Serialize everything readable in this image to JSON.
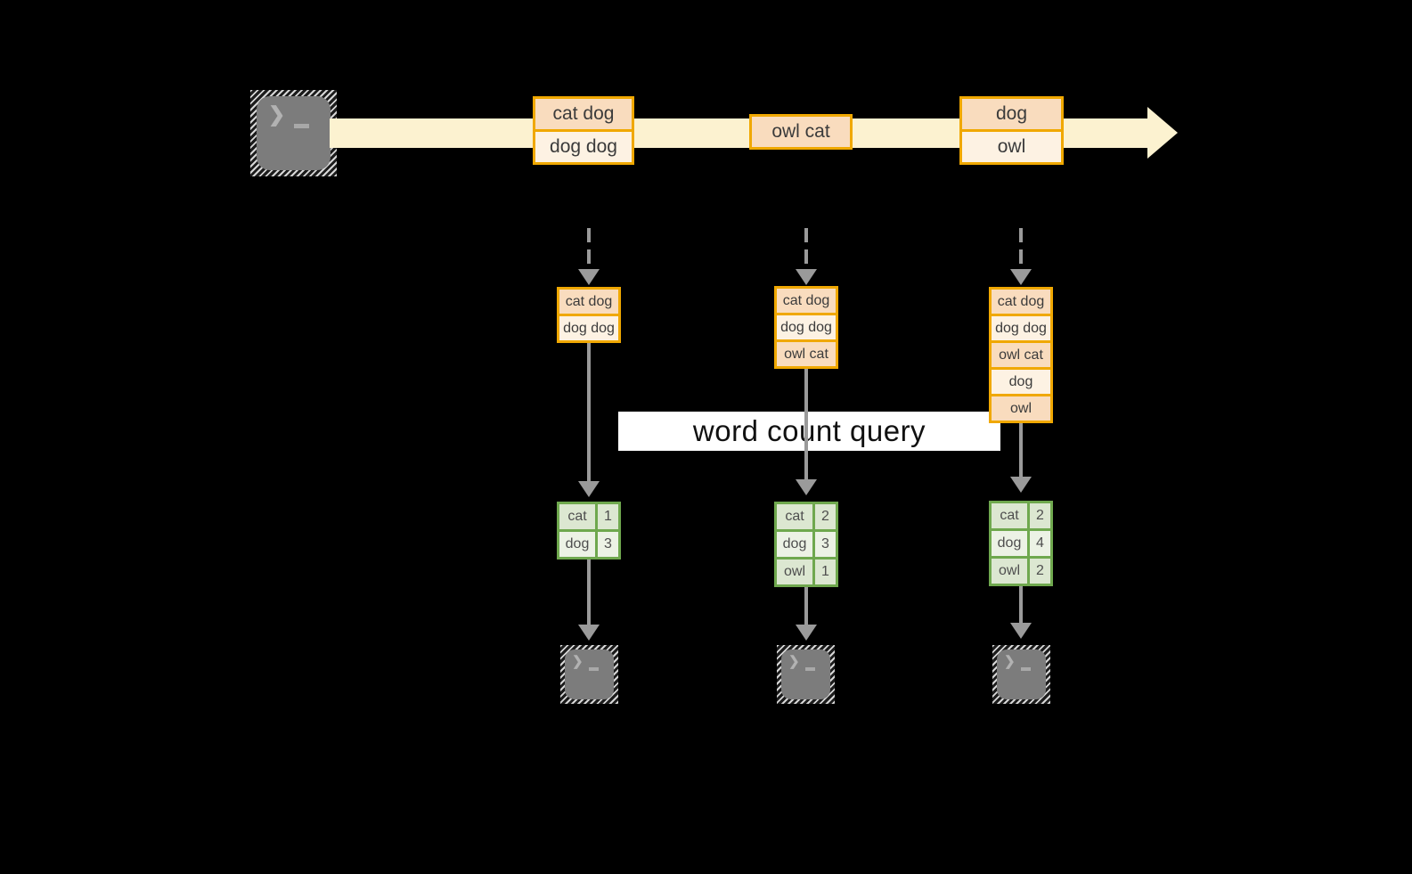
{
  "colors": {
    "background": "#000000",
    "stream_arrow": "#fcf2d0",
    "batch_border": "#f0a800",
    "batch_fill_dark": "#f9dcbe",
    "batch_fill_light": "#fdf2e3",
    "table_border": "#6fa84e",
    "table_fill_dark": "#dce7d1",
    "table_fill_light": "#ecf2e5",
    "connector_gray": "#9a9a9a",
    "terminal_gray": "#7c7c7c",
    "query_band_bg": "#ffffff",
    "query_text": "#111111"
  },
  "stream": {
    "source_icon": "terminal-icon",
    "batches": [
      {
        "rows": [
          "cat dog",
          "dog dog"
        ]
      },
      {
        "rows": [
          "owl cat"
        ]
      },
      {
        "rows": [
          "dog",
          "owl"
        ]
      }
    ]
  },
  "query_label": "word count query",
  "columns": [
    {
      "input": {
        "rows": [
          "cat dog",
          "dog dog"
        ]
      },
      "counts": [
        {
          "word": "cat",
          "count": "1"
        },
        {
          "word": "dog",
          "count": "3"
        }
      ]
    },
    {
      "input": {
        "rows": [
          "cat dog",
          "dog dog",
          "owl cat"
        ]
      },
      "counts": [
        {
          "word": "cat",
          "count": "2"
        },
        {
          "word": "dog",
          "count": "3"
        },
        {
          "word": "owl",
          "count": "1"
        }
      ]
    },
    {
      "input": {
        "rows": [
          "cat dog",
          "dog dog",
          "owl cat",
          "dog",
          "owl"
        ]
      },
      "counts": [
        {
          "word": "cat",
          "count": "2"
        },
        {
          "word": "dog",
          "count": "4"
        },
        {
          "word": "owl",
          "count": "2"
        }
      ]
    }
  ]
}
